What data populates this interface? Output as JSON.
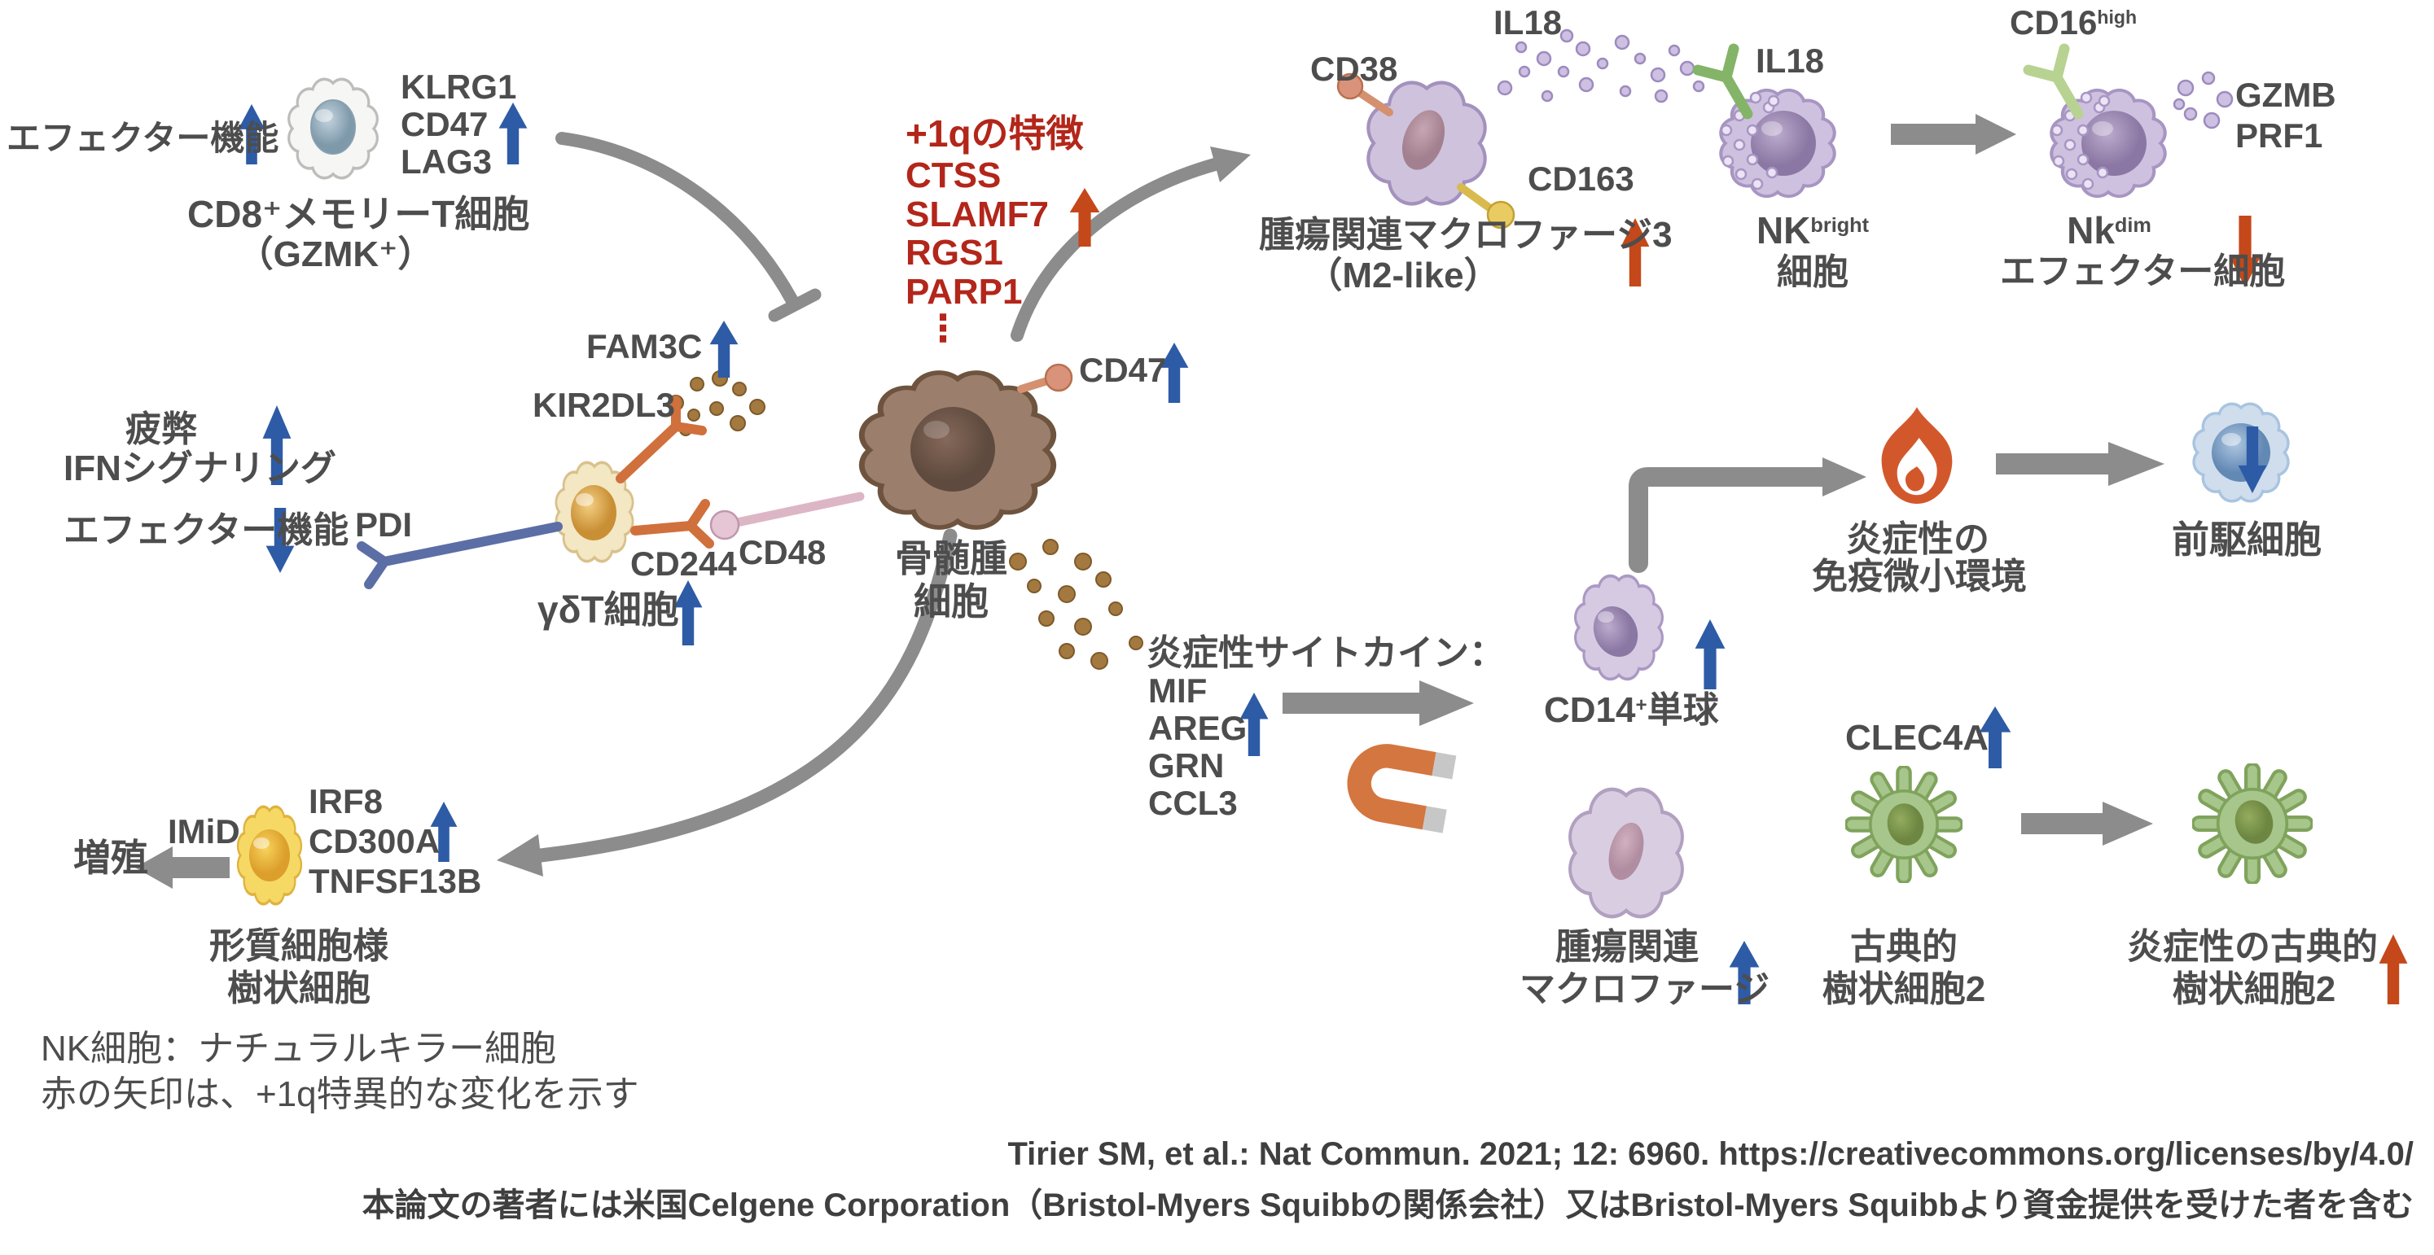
{
  "cd8_memory_t": {
    "function_label": "エフェクター機能",
    "markers": [
      "KLRG1",
      "CD47",
      "LAG3"
    ],
    "name": "CD8⁺メモリーT細胞",
    "subname": "（GZMK⁺）"
  },
  "gdt_cell": {
    "exhaustion": "疲弊",
    "ifn_signaling": "IFNシグナリング",
    "effector_function": "エフェクター機能",
    "pdi": "PDI",
    "kir2dl3": "KIR2DL3",
    "fam3c": "FAM3C",
    "cd244": "CD244",
    "name": "γδT細胞"
  },
  "myeloma": {
    "plus1q_title": "+1qの特徴",
    "plus1q_genes": [
      "CTSS",
      "SLAMF7",
      "RGS1",
      "PARP1"
    ],
    "ellipsis": "⋮",
    "cd47": "CD47",
    "cd48": "CD48",
    "name_line1": "骨髄腫",
    "name_line2": "細胞"
  },
  "tam3": {
    "il18_secreted": "IL18",
    "il18_receptor": "IL18",
    "cd38": "CD38",
    "cd163": "CD163",
    "name": "腫瘍関連マクロファージ3",
    "subname": "（M2-like）"
  },
  "nk_bright": {
    "name": "NK",
    "name_sup": "bright",
    "name_sub": "細胞"
  },
  "nk_dim": {
    "cd16": "CD16",
    "cd16_sup": "high",
    "markers": [
      "GZMB",
      "PRF1"
    ],
    "name": "Nk",
    "name_sup": "dim",
    "label": "エフェクター細胞"
  },
  "cytokines": {
    "title": "炎症性サイトカイン：",
    "list": [
      "MIF",
      "AREG",
      "GRN",
      "CCL3"
    ]
  },
  "monocyte": {
    "name_pre": "CD14",
    "name_sup": "+",
    "name_post": "単球"
  },
  "inflamed_env": {
    "line1": "炎症性の",
    "line2": "免疫微小環境"
  },
  "precursor": {
    "name": "前駆細胞"
  },
  "tam": {
    "name_line1": "腫瘍関連",
    "name_line2": "マクロファージ"
  },
  "cdc2": {
    "clec4a": "CLEC4A",
    "name_line1": "古典的",
    "name_line2": "樹状細胞2"
  },
  "inflammatory_cdc2": {
    "name_line1": "炎症性の古典的",
    "name_line2": "樹状細胞2"
  },
  "pdc": {
    "imid": "IMiD",
    "proliferation": "増殖",
    "markers": [
      "IRF8",
      "CD300A",
      "TNFSF13B"
    ],
    "name_line1": "形質細胞様",
    "name_line2": "樹状細胞"
  },
  "legend": {
    "nk_note": "NK細胞：ナチュラルキラー細胞",
    "red_arrow_note": "赤の矢印は、+1q特異的な変化を示す"
  },
  "citation": {
    "line1": "Tirier SM, et al.: Nat Commun. 2021; 12: 6960. https://creativecommons.org/licenses/by/4.0/",
    "line2": "本論文の著者には米国Celgene Corporation（Bristol-Myers Squibbの関係会社）又はBristol-Myers Squibbより資金提供を受けた者を含む"
  },
  "colors": {
    "blue_arrow": "#2e5ba6",
    "red_arrow": "#c4481a",
    "red_text": "#b3261a",
    "gray_arrow": "#8c8c8c",
    "text": "#4d4d4d"
  }
}
